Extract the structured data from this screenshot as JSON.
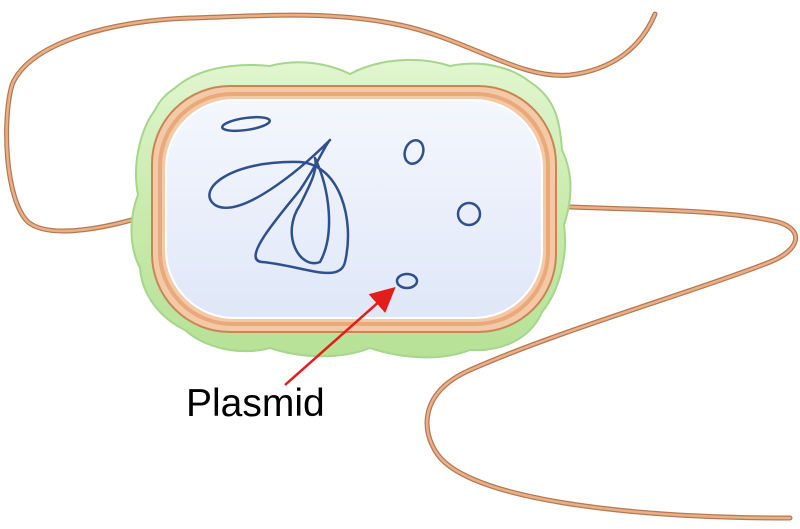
{
  "diagram": {
    "labels": {
      "plasmid": "Plasmid"
    },
    "parts": [
      "capsule",
      "cell-wall",
      "cytoplasm",
      "chromosome",
      "plasmid",
      "flagellum"
    ],
    "colors": {
      "capsule_fill": "#cdeeb4",
      "capsule_edge": "#9fd486",
      "wall": "#e9a97b",
      "wall_dark": "#c98557",
      "cytoplasm": "#e6edfb",
      "dna": "#2f4f8f",
      "flagellum": "#d99a6c",
      "arrow": "#e51c1c"
    }
  }
}
